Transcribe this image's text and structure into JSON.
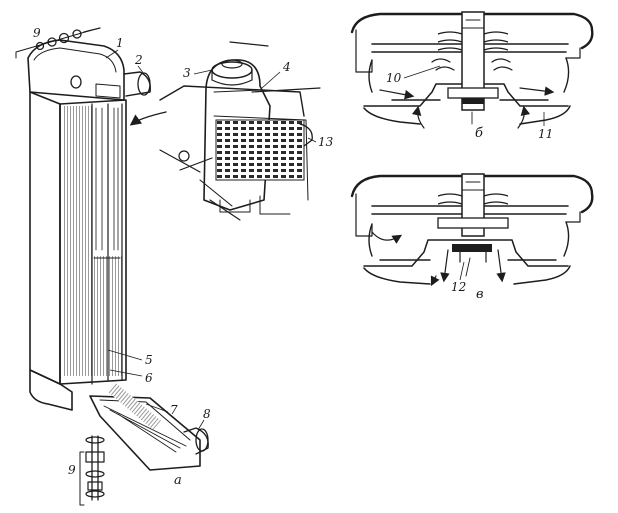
{
  "labels": {
    "l1": "1",
    "l2": "2",
    "l3": "3",
    "l4": "4",
    "l5": "5",
    "l6": "6",
    "l7": "7",
    "l8": "8",
    "l9_top": "9",
    "l9_bottom": "9",
    "l10": "10",
    "l11": "11",
    "l12": "12",
    "l13": "13"
  },
  "captions": {
    "a": "а",
    "b": "б",
    "v": "в"
  },
  "colors": {
    "ink": "#1d1d1d",
    "paper": "#ffffff",
    "hatch": "#4a4a4a"
  }
}
